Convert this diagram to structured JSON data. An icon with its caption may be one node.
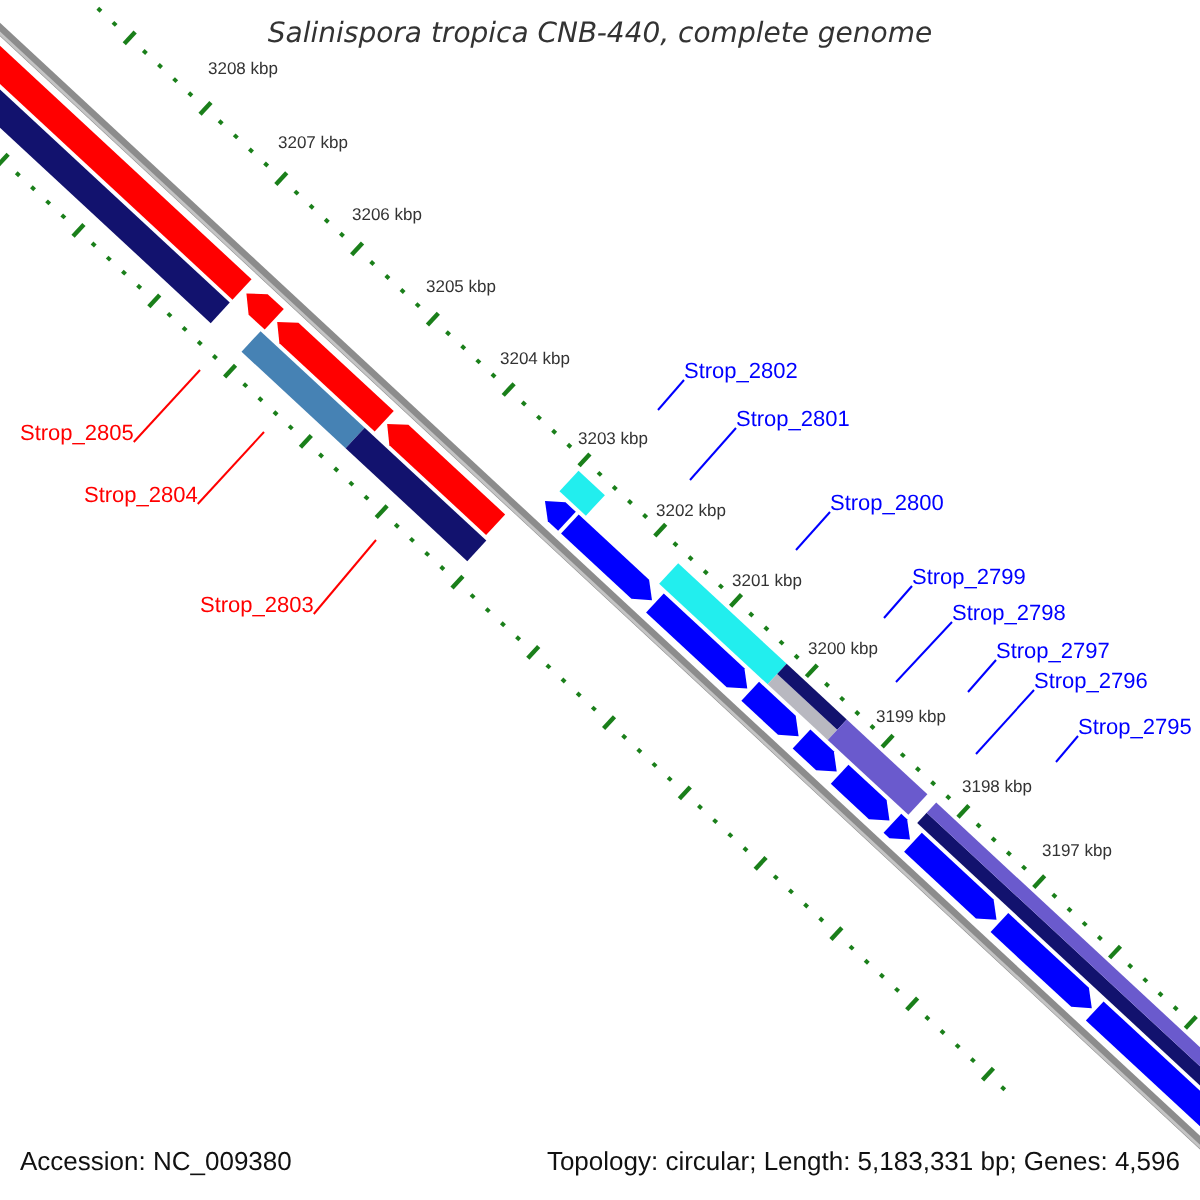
{
  "diagram": {
    "title": "Salinispora tropica CNB-440, complete genome",
    "nodes": [
      {
        "text": [
          "Strop_2805"
        ]
      },
      {
        "text": [
          "Strop_2804"
        ]
      },
      {
        "text": [
          "Strop_2803"
        ]
      },
      {
        "text": [
          "Strop_2802"
        ]
      },
      {
        "text": [
          "Strop_2801"
        ]
      },
      {
        "text": [
          "Strop_2800"
        ]
      },
      {
        "text": [
          "Strop_2799"
        ]
      },
      {
        "text": [
          "Strop_2798"
        ]
      },
      {
        "text": [
          "Strop_2797"
        ]
      },
      {
        "text": [
          "Strop_2796"
        ]
      },
      {
        "text": [
          "Strop_2795"
        ]
      }
    ],
    "edges": [
      {
        "from": 0,
        "to": null,
        "arrow": "none",
        "color": "#ff0000"
      },
      {
        "from": 1,
        "to": null,
        "arrow": "none",
        "color": "#ff0000"
      },
      {
        "from": 2,
        "to": null,
        "arrow": "none",
        "color": "#ff0000"
      },
      {
        "from": 3,
        "to": null,
        "arrow": "none"
      },
      {
        "from": 4,
        "to": null,
        "arrow": "none"
      },
      {
        "from": 5,
        "to": null,
        "arrow": "none"
      },
      {
        "from": 6,
        "to": null,
        "arrow": "none"
      },
      {
        "from": 7,
        "to": null,
        "arrow": "none"
      },
      {
        "from": 8,
        "to": null,
        "arrow": "none"
      },
      {
        "from": 9,
        "to": null,
        "arrow": "none"
      },
      {
        "from": 10,
        "to": null,
        "arrow": "none"
      }
    ],
    "labels": [
      "3208 kbp",
      "3207 kbp",
      "3206 kbp",
      "3205 kbp",
      "3204 kbp",
      "3203 kbp",
      "3202 kbp",
      "3201 kbp",
      "3200 kbp",
      "3199 kbp",
      "3198 kbp",
      "3197 kbp",
      "Accession: NC_009380",
      "Topology: circular; Length: 5,183,331 bp; Genes: 4,596"
    ]
  }
}
